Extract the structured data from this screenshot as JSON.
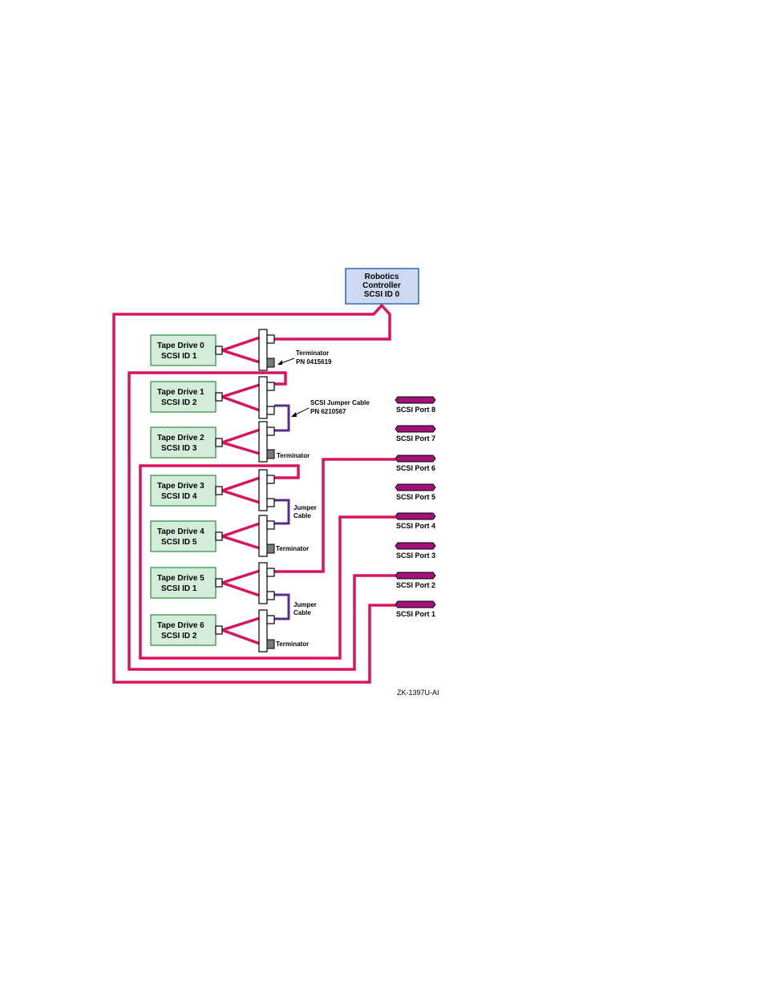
{
  "controller": {
    "lines": [
      "Robotics",
      "Controller",
      "SCSI ID 0"
    ]
  },
  "drives": [
    {
      "name": "Tape Drive 0",
      "id": "SCSI ID 1"
    },
    {
      "name": "Tape Drive 1",
      "id": "SCSI ID 2"
    },
    {
      "name": "Tape Drive 2",
      "id": "SCSI ID 3"
    },
    {
      "name": "Tape Drive 3",
      "id": "SCSI ID 4"
    },
    {
      "name": "Tape Drive 4",
      "id": "SCSI ID 5"
    },
    {
      "name": "Tape Drive 5",
      "id": "SCSI ID 1"
    },
    {
      "name": "Tape Drive 6",
      "id": "SCSI ID 2"
    }
  ],
  "labels": {
    "terminator_top": [
      "Terminator",
      "PN 0415619"
    ],
    "jumper_top": [
      "SCSI Jumper Cable",
      "PN 6210567"
    ],
    "terminator": "Terminator",
    "jumper": [
      "Jumper",
      "Cable"
    ]
  },
  "ports": [
    "SCSI Port 8",
    "SCSI Port 7",
    "SCSI Port 6",
    "SCSI Port 5",
    "SCSI Port 4",
    "SCSI Port 3",
    "SCSI Port 2",
    "SCSI Port 1"
  ],
  "figure_id": "ZK-1397U-AI",
  "colors": {
    "scsi_cable": "#d9145f",
    "jumper_cable": "#5b2d8a",
    "drive_fill": "#d3edda",
    "controller_fill": "#ccd9f0",
    "port_connector": "#a0127a"
  }
}
